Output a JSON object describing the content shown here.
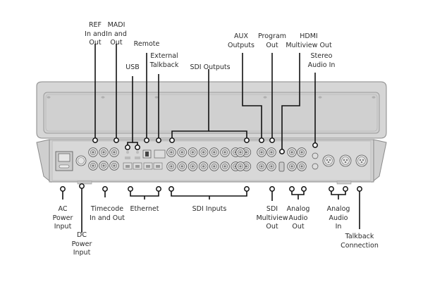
{
  "diagram": {
    "title": "Rear panel connections",
    "colors": {
      "body": "#d5d5d5",
      "body_dark": "#c4c4c4",
      "outline": "#8a8a8a",
      "line": "#111111",
      "text": "#2a2a2a"
    },
    "top_labels": [
      {
        "id": "ref",
        "text": "REF\nIn and\nOut"
      },
      {
        "id": "madi",
        "text": "MADI\nIn and\nOut"
      },
      {
        "id": "remote",
        "text": "Remote"
      },
      {
        "id": "usb",
        "text": "USB"
      },
      {
        "id": "external-talkback",
        "text": "External\nTalkback"
      },
      {
        "id": "sdi-outputs",
        "text": "SDI Outputs"
      },
      {
        "id": "aux-outputs",
        "text": "AUX\nOutputs"
      },
      {
        "id": "program-out",
        "text": "Program\nOut"
      },
      {
        "id": "hdmi-multiview-out",
        "text": "HDMI\nMultiview Out"
      },
      {
        "id": "stereo-audio-in",
        "text": "Stereo\nAudio In"
      }
    ],
    "bottom_labels": [
      {
        "id": "ac-power-input",
        "text": "AC\nPower\nInput"
      },
      {
        "id": "dc-power-input",
        "text": "DC\nPower\nInput"
      },
      {
        "id": "timecode",
        "text": "Timecode\nIn and Out"
      },
      {
        "id": "ethernet",
        "text": "Ethernet"
      },
      {
        "id": "sdi-inputs",
        "text": "SDI Inputs"
      },
      {
        "id": "sdi-multiview-out",
        "text": "SDI\nMultiview\nOut"
      },
      {
        "id": "analog-audio-out",
        "text": "Analog\nAudio\nOut"
      },
      {
        "id": "analog-audio-in",
        "text": "Analog\nAudio\nIn"
      },
      {
        "id": "talkback-connection",
        "text": "Talkback\nConnection"
      }
    ]
  }
}
